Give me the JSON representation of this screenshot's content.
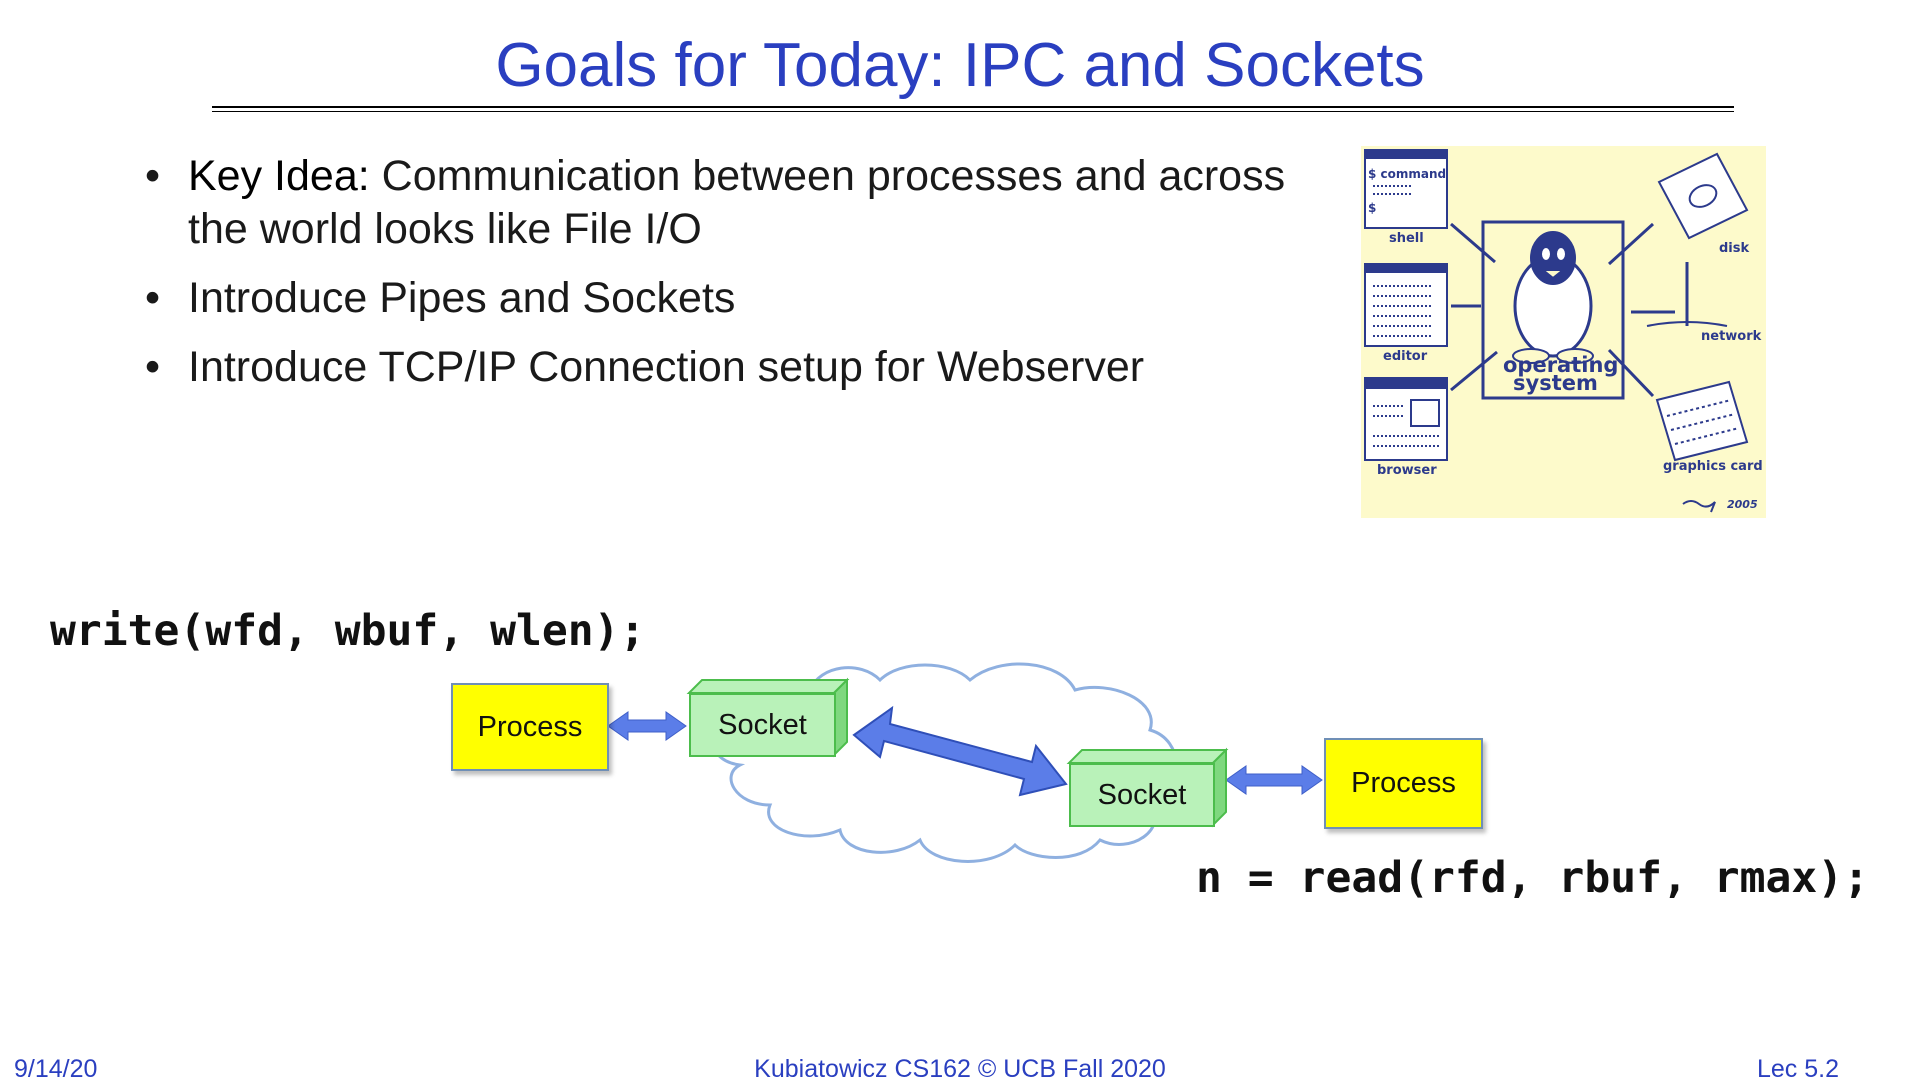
{
  "slide": {
    "title": "Goals for Today: IPC and Sockets",
    "bullets": [
      {
        "prefix": "Key Idea:",
        "text": " Communication between processes and across the world looks like File I/O"
      },
      {
        "prefix": "",
        "text": "Introduce Pipes and Sockets"
      },
      {
        "prefix": "",
        "text": "Introduce TCP/IP Connection setup for Webserver"
      }
    ],
    "bullet_char": "•"
  },
  "os_illustration": {
    "shell_label": "shell",
    "shell_prompt": "$ command",
    "shell_dollar": "$",
    "editor_label": "editor",
    "browser_label": "browser",
    "disk_label": "disk",
    "network_label": "network",
    "graphics_label": "graphics card",
    "os_label_line1": "operating",
    "os_label_line2": "system",
    "signature": "2005",
    "bg_color": "#fdfacb",
    "ink_color": "#2c3a8c"
  },
  "diagram": {
    "write_call": "write(wfd, wbuf, wlen);",
    "read_call": "n = read(rfd, rbuf, rmax);",
    "process_left": "Process",
    "socket_left": "Socket",
    "socket_right": "Socket",
    "process_right": "Process",
    "process_color": "#ffff00",
    "socket_color": "#b9f2b9",
    "arrow_color": "#5b7de8",
    "cloud_stroke": "#8fb0e0"
  },
  "footer": {
    "date": "9/14/20",
    "course": "Kubiatowicz CS162 © UCB Fall 2020",
    "lecture": "Lec 5.2"
  }
}
